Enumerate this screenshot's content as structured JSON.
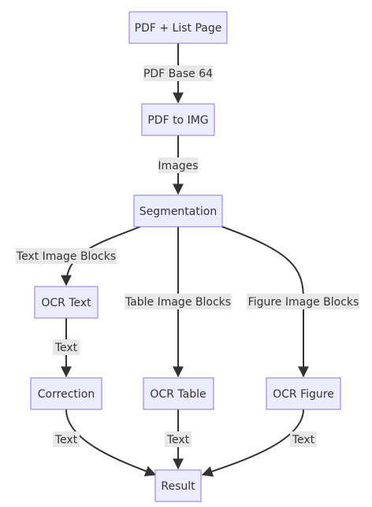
{
  "diagram": {
    "nodes": {
      "pdf_list": "PDF + List Page",
      "pdf_to_img": "PDF to IMG",
      "segmentation": "Segmentation",
      "ocr_text": "OCR Text",
      "correction": "Correction",
      "ocr_table": "OCR Table",
      "ocr_figure": "OCR Figure",
      "result": "Result"
    },
    "edges": {
      "pdf_base64": "PDF Base 64",
      "images": "Images",
      "text_image_blocks": "Text Image Blocks",
      "table_image_blocks": "Table Image Blocks",
      "figure_image_blocks": "Figure Image Blocks",
      "ocr_text_to_correction": "Text",
      "correction_to_result": "Text",
      "ocr_table_to_result": "Text",
      "ocr_figure_to_result": "Text"
    },
    "colors": {
      "node_fill": "#ECECFF",
      "node_stroke": "#9370DB",
      "edge": "#333333",
      "label_bg": "#e8e8e8"
    }
  }
}
